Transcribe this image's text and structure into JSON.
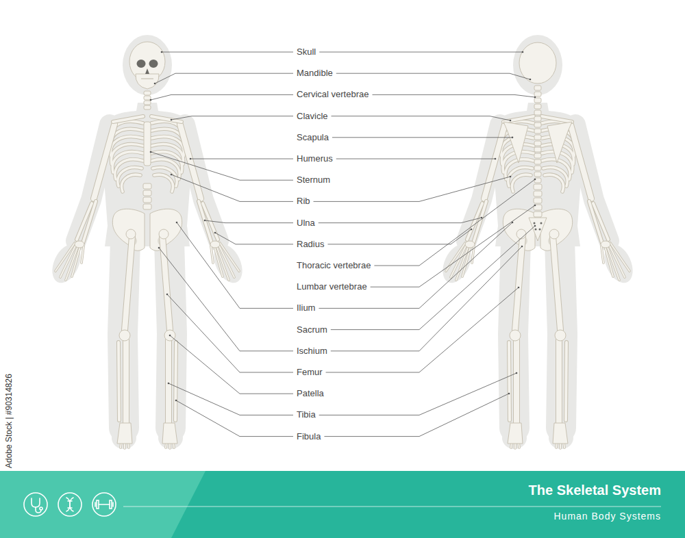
{
  "diagram": {
    "title": "The Skeletal System",
    "labels": [
      "Skull",
      "Mandible",
      "Cervical vertebrae",
      "Clavicle",
      "Scapula",
      "Humerus",
      "Sternum",
      "Rib",
      "Ulna",
      "Radius",
      "Thoracic vertebrae",
      "Lumbar vertebrae",
      "Ilium",
      "Sacrum",
      "Ischium",
      "Femur",
      "Patella",
      "Tibia",
      "Fibula",
      "Human Body Systems",
      "Adobe Stock | #90314826"
    ]
  }
}
